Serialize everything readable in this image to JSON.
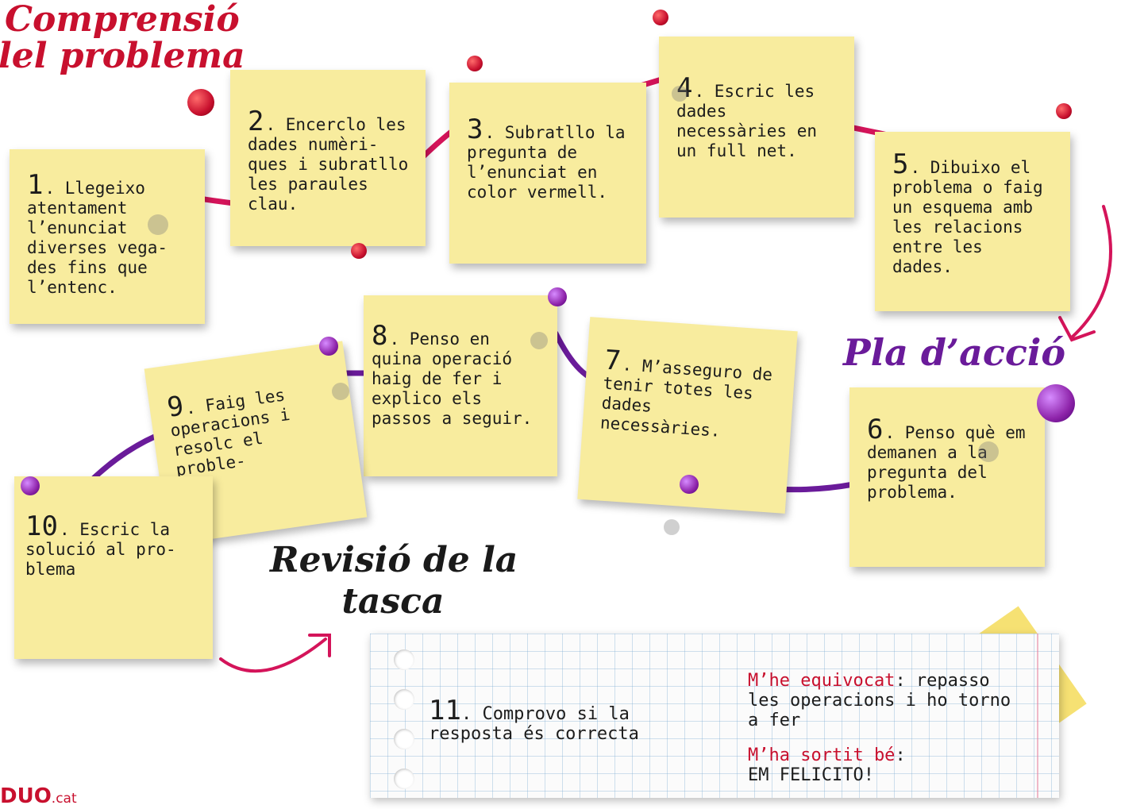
{
  "headings": {
    "comprehension": [
      "Comprensió",
      "lel problema"
    ],
    "plan": "Pla d’acció",
    "review": [
      "Revisió de la",
      "tasca"
    ]
  },
  "steps": [
    {
      "num": "1",
      "text": ". Llegeixo\natentament\nl’enunciat\ndiverses vega-\ndes fins que\nl’entenc."
    },
    {
      "num": "2",
      "text": ". Encerclo les\ndades numèri-\nques i subratllo\nles paraules\nclau."
    },
    {
      "num": "3",
      "text": ". Subratllo la\npregunta de\nl’enunciat en\ncolor vermell."
    },
    {
      "num": "4",
      "text": ". Escric les\ndades\nnecessàries en\nun full net."
    },
    {
      "num": "5",
      "text": ". Dibuixo el\nproblema o faig\nun esquema amb\nles relacions\nentre les\ndades."
    },
    {
      "num": "6",
      "text": ". Penso què em\ndemanen a la\npregunta del\nproblema."
    },
    {
      "num": "7",
      "text": ". M’asseguro de\ntenir totes les\ndades\nnecessàries."
    },
    {
      "num": "8",
      "text": ". Penso en\nquina operació\nhaig de fer i\nexplico els\npassos a seguir."
    },
    {
      "num": "9",
      "text": ". Faig les\noperacions i\nresolc el proble-\nma."
    },
    {
      "num": "10",
      "text": ". Escric la\nsolució al pro-\nblema"
    }
  ],
  "step11": {
    "num": "11",
    "text": ". Comprovo si la\nresposta és correcta",
    "outcome_wrong_label": "M’he equivocat",
    "outcome_wrong_text": ": repasso\nles operacions i ho torno\na fer",
    "outcome_right_label": "M’ha sortit bé",
    "outcome_right_text": ":\nEM FELICITO!"
  },
  "brand": {
    "name": "DUO",
    "suffix": ".cat"
  },
  "colors": {
    "phase1": "#c8102e",
    "phase2": "#6a1b9a",
    "note": "#f8ec9e",
    "review": "#1a1a1a"
  }
}
